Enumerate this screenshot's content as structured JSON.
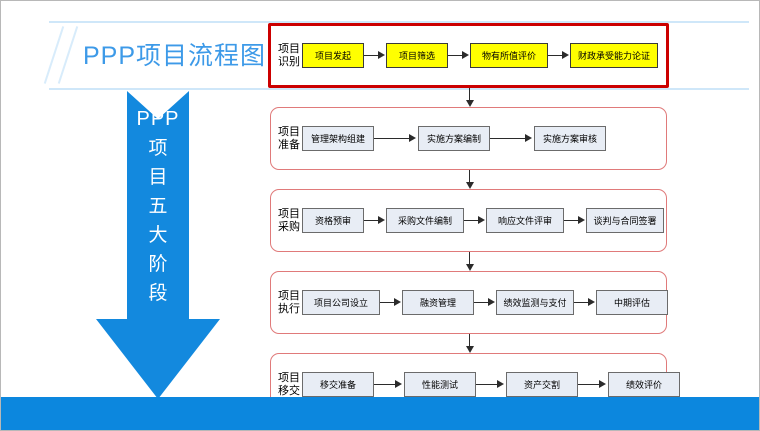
{
  "header": {
    "title": "PPP项目流程图"
  },
  "side_arrow": {
    "lines": [
      "PPP",
      "项",
      "目",
      "五",
      "大",
      "阶",
      "段"
    ],
    "color": "#0c87de"
  },
  "theme": {
    "accent_blue": "#0c87de",
    "title_blue": "#3d9ae8",
    "rule_blue": "#cfe7f9",
    "highlight_yellow": "#ffff00",
    "box_grey": "#e8edf5",
    "stage_border_red": "#cc0000",
    "stage_border_pink": "#e07a7a"
  },
  "stages": [
    {
      "label": "项目识别",
      "highlight": true,
      "steps": [
        "项目发起",
        "项目筛选",
        "物有所值评价",
        "财政承受能力论证"
      ]
    },
    {
      "label": "项目准备",
      "highlight": false,
      "steps": [
        "管理架构组建",
        "实施方案编制",
        "实施方案审核"
      ]
    },
    {
      "label": "项目采购",
      "highlight": false,
      "steps": [
        "资格预审",
        "采购文件编制",
        "响应文件评审",
        "谈判与合同签署"
      ]
    },
    {
      "label": "项目执行",
      "highlight": false,
      "steps": [
        "项目公司设立",
        "融资管理",
        "绩效监测与支付",
        "中期评估"
      ]
    },
    {
      "label": "项目移交",
      "highlight": false,
      "steps": [
        "移交准备",
        "性能测试",
        "资产交割",
        "绩效评价"
      ]
    }
  ]
}
